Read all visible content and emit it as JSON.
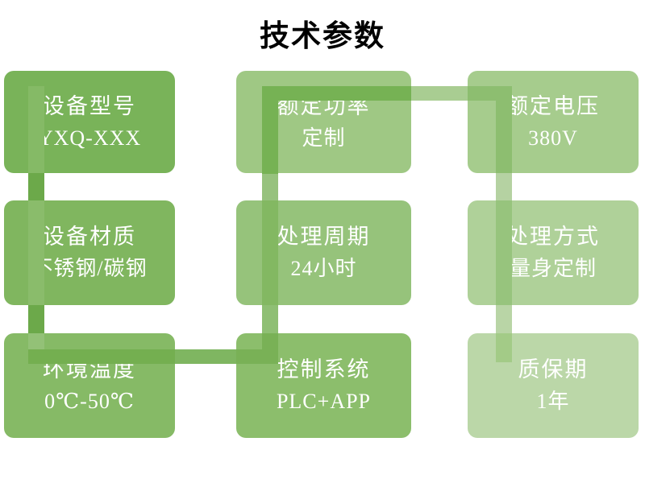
{
  "title": "技术参数",
  "background": "#FFFFFF",
  "title_color": "#000000",
  "text_color": "#FFFFFF",
  "boxes": [
    {
      "label": "设备型号",
      "value": "YXQ-XXX",
      "fill": "#79B359",
      "band": "#85BA66"
    },
    {
      "label": "额定功率",
      "value": "定制",
      "fill": "#9FC884",
      "band": "#76B254"
    },
    {
      "label": "额定电压",
      "value": "380V",
      "fill": "#A6CC8D",
      "band": "#8DBE70"
    },
    {
      "label": "设备材质",
      "value": "不锈钢/碳钢",
      "fill": "#80B65F",
      "band": "#8ABC6B"
    },
    {
      "label": "处理周期",
      "value": "24小时",
      "fill": "#96C37B",
      "band": "#83B862"
    },
    {
      "label": "处理方式",
      "value": "量身定制",
      "fill": "#AFD199",
      "band": "#97C47D"
    },
    {
      "label": "环境温度",
      "value": "0℃-50℃",
      "fill": "#86BA66",
      "band": "#93C177",
      "band2": "#74AF50"
    },
    {
      "label": "控制系统",
      "value": "PLC+APP",
      "fill": "#8CBE6C",
      "band": "#79B156"
    },
    {
      "label": "质保期",
      "value": "1年",
      "fill": "#BBD7A8",
      "band": "#A3CB87"
    }
  ],
  "connector": {
    "g14": "#6CA94A",
    "g47": "#6CA94A",
    "g78": "#7FB661",
    "g85": "#8FBF74",
    "g52": "#97C27E",
    "g23": "#A9CD92",
    "g36": "#B5D2A2",
    "g69": "#B9D5A6"
  }
}
